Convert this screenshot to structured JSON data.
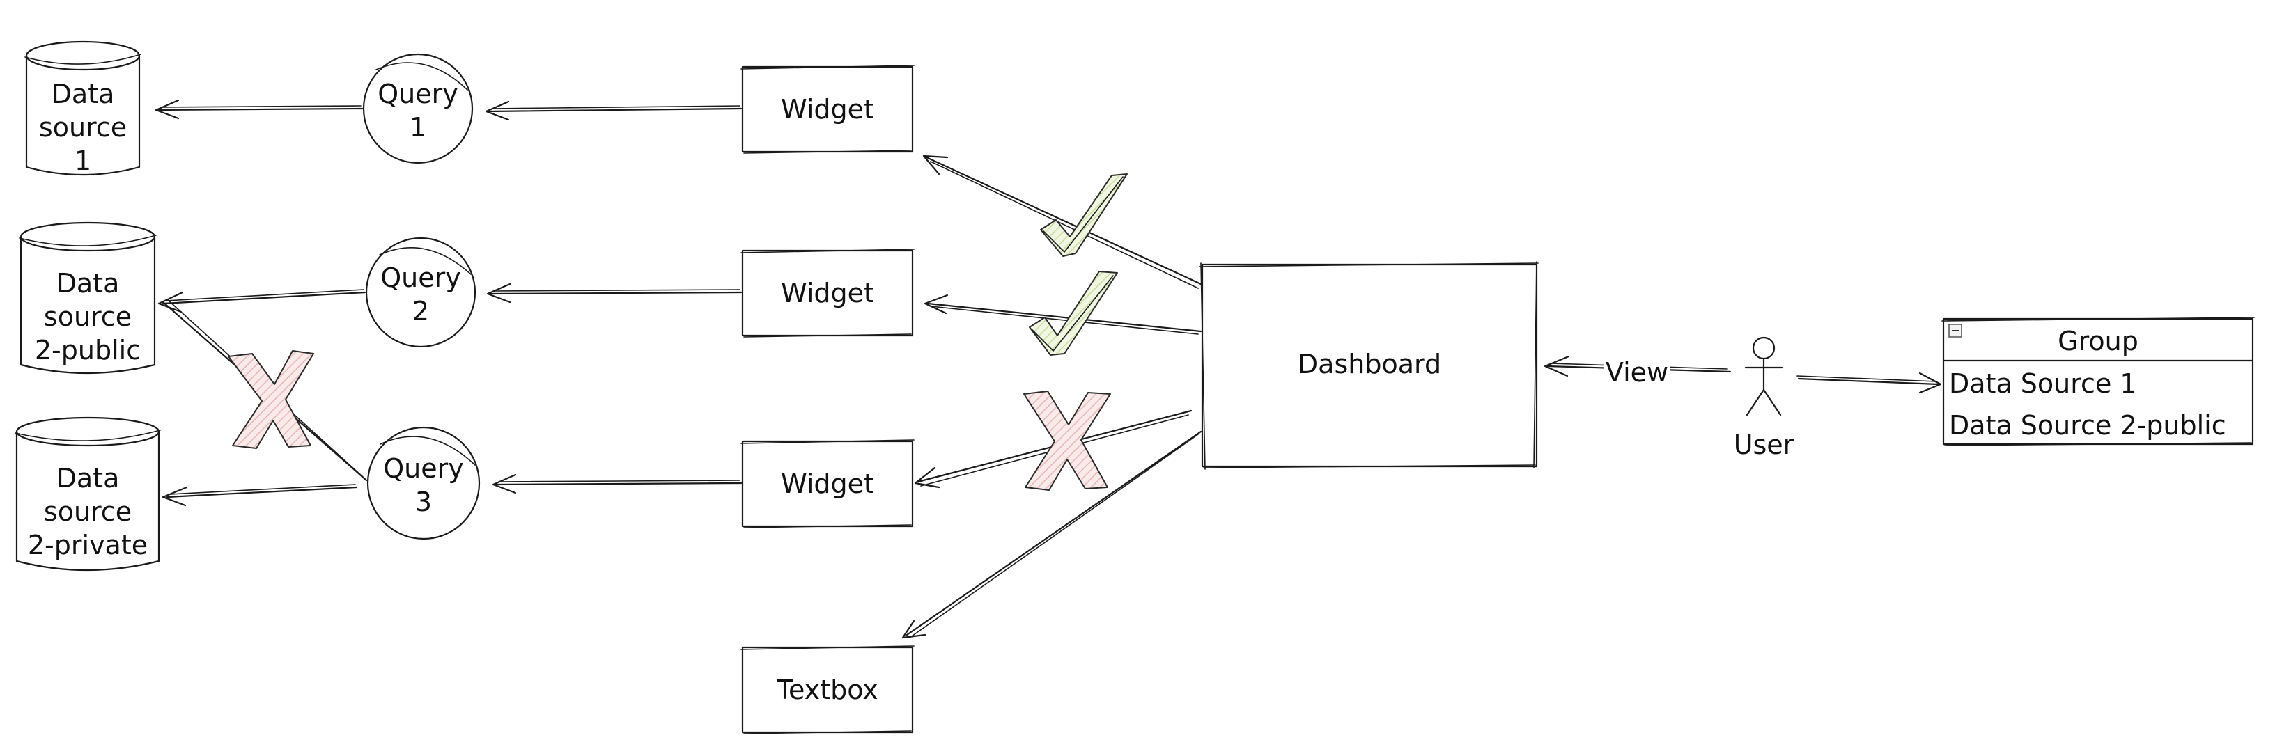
{
  "nodes": {
    "datasource1": {
      "lines": [
        "Data",
        "source",
        "1"
      ]
    },
    "datasource2_public": {
      "lines": [
        "Data",
        "source",
        "2-public"
      ]
    },
    "datasource2_private": {
      "lines": [
        "Data",
        "source",
        "2-private"
      ]
    },
    "query1": {
      "lines": [
        "Query",
        "1"
      ]
    },
    "query2": {
      "lines": [
        "Query",
        "2"
      ]
    },
    "query3": {
      "lines": [
        "Query",
        "3"
      ]
    },
    "widget1": {
      "label": "Widget"
    },
    "widget2": {
      "label": "Widget"
    },
    "widget3": {
      "label": "Widget"
    },
    "textbox": {
      "label": "Textbox"
    },
    "dashboard": {
      "label": "Dashboard"
    },
    "user": {
      "label": "User"
    }
  },
  "edges": {
    "view_label": "View"
  },
  "group": {
    "title": "Group",
    "items": [
      "Data Source 1",
      "Data Source 2-public"
    ]
  },
  "marks": {
    "check_color": "#c8dc9a",
    "cross_color": "#e8b4b4"
  }
}
